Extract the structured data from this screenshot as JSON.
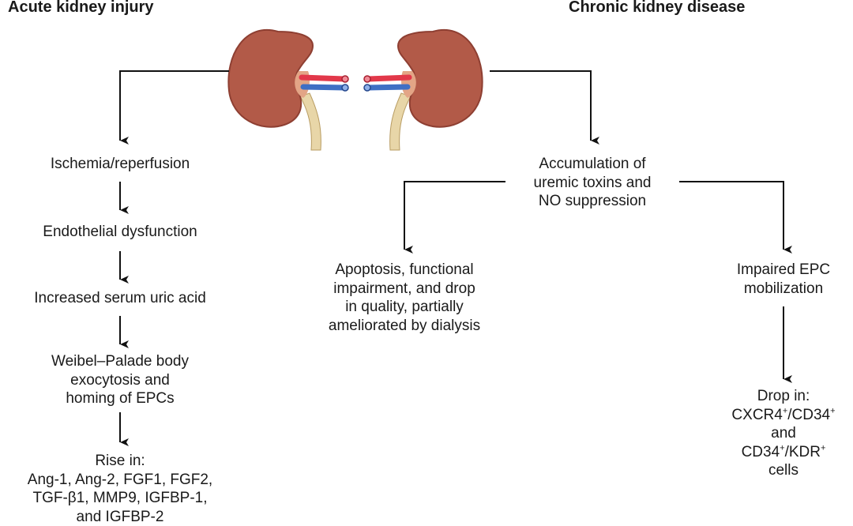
{
  "headings": {
    "left": "Acute kidney injury",
    "right": "Chronic kidney disease"
  },
  "left_flow": [
    {
      "lines": [
        "Ischemia/reperfusion"
      ]
    },
    {
      "lines": [
        "Endothelial dysfunction"
      ]
    },
    {
      "lines": [
        "Increased serum uric acid"
      ]
    },
    {
      "lines": [
        "Weibel–Palade body",
        "exocytosis and",
        "homing of EPCs"
      ]
    },
    {
      "lines": [
        "Rise in:",
        "Ang-1, Ang-2, FGF1, FGF2,",
        "TGF-β1, MMP9, IGFBP-1,",
        "and IGFBP-2"
      ]
    }
  ],
  "right_flow": {
    "accumulation": {
      "lines": [
        "Accumulation of",
        "uremic toxins and",
        "NO suppression"
      ]
    },
    "apoptosis": {
      "lines": [
        "Apoptosis, functional",
        "impairment, and drop",
        "in quality, partially",
        "ameliorated by dialysis"
      ]
    },
    "impaired": {
      "lines": [
        "Impaired EPC",
        "mobilization"
      ]
    },
    "drop": {
      "line1": "Drop in:",
      "line2_a": "CXCR4",
      "line2_sup_a": "+",
      "line2_b": "/CD34",
      "line2_sup_b": "+",
      "line3": "and",
      "line4_a": "CD34",
      "line4_sup_a": "+",
      "line4_b": "/KDR",
      "line4_sup_b": "+",
      "line5": "cells"
    }
  },
  "colors": {
    "kidney": "#b25a48",
    "kidney_dark": "#8e3f32",
    "hilum": "#e3a586",
    "ureter": "#e8d6a8",
    "artery": "#e2384a",
    "vein": "#3f6fc4",
    "arrow": "#111111"
  }
}
